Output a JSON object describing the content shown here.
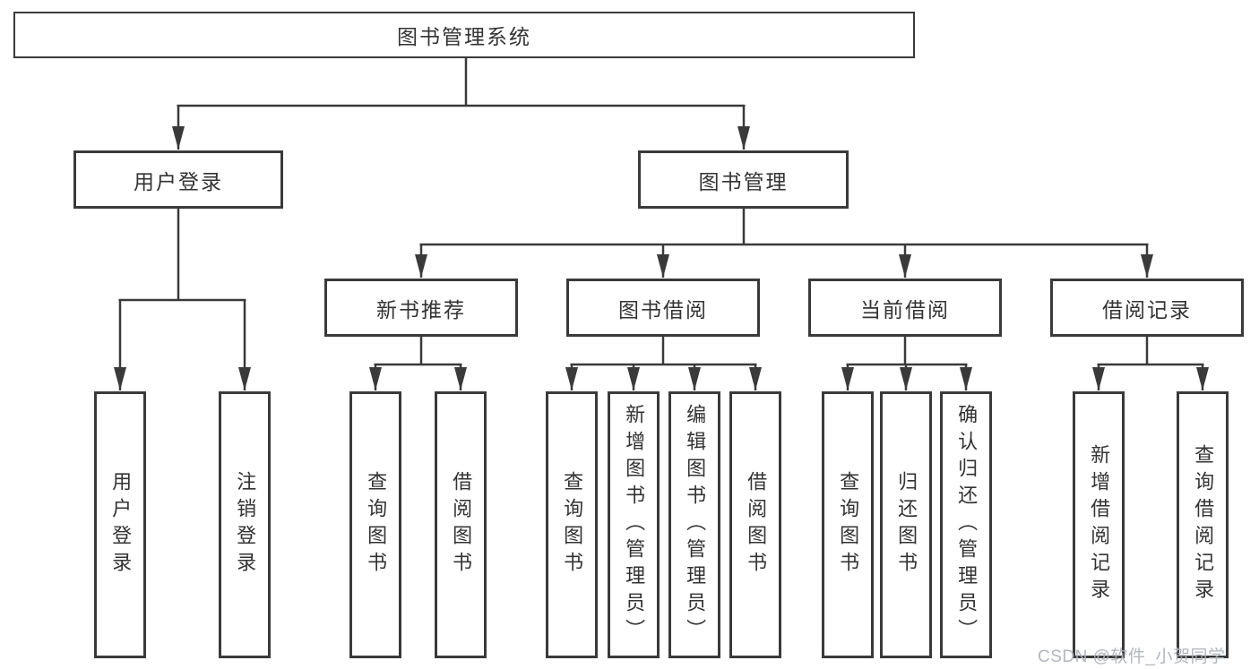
{
  "diagram": {
    "type": "hierarchy-tree",
    "tree": {
      "root": {
        "label": "图书管理系统"
      },
      "children": [
        {
          "label": "用户登录",
          "children": [
            {
              "label": "用户登录"
            },
            {
              "label": "注销登录"
            }
          ]
        },
        {
          "label": "图书管理",
          "children": [
            {
              "label": "新书推荐",
              "children": [
                {
                  "label": "查询图书"
                },
                {
                  "label": "借阅图书"
                }
              ]
            },
            {
              "label": "图书借阅",
              "children": [
                {
                  "label": "查询图书"
                },
                {
                  "label": "新增图书（管理员）"
                },
                {
                  "label": "编辑图书（管理员）"
                },
                {
                  "label": "借阅图书"
                }
              ]
            },
            {
              "label": "当前借阅",
              "children": [
                {
                  "label": "查询图书"
                },
                {
                  "label": "归还图书"
                },
                {
                  "label": "确认归还（管理员）"
                }
              ]
            },
            {
              "label": "借阅记录",
              "children": [
                {
                  "label": "新增借阅记录"
                },
                {
                  "label": "查询借阅记录"
                }
              ]
            }
          ]
        }
      ]
    },
    "colors": {
      "line": "#3a3a3a",
      "box_border": "#3a3a3a",
      "text": "#333333",
      "watermark": "#aeb3ba",
      "background": "#ffffff"
    }
  },
  "watermark": {
    "text": "CSDN @软件_小贺同学"
  }
}
